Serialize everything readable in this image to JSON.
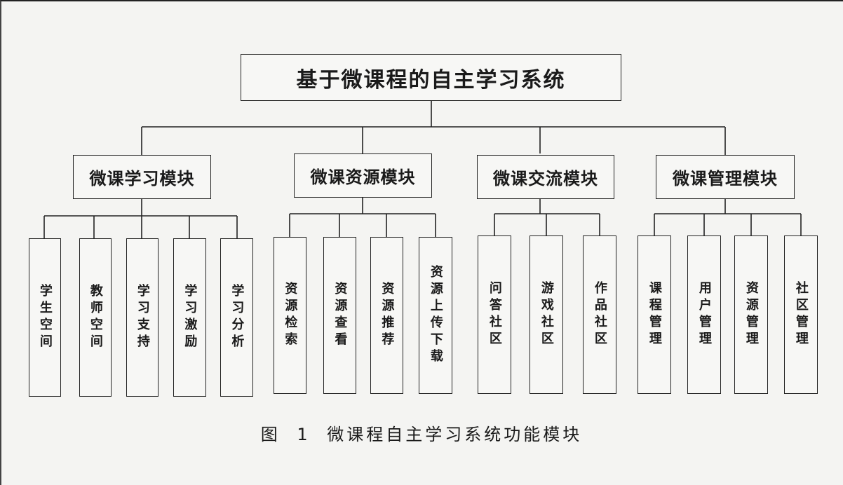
{
  "root": {
    "label": "基于微课程的自主学习系统"
  },
  "modules": [
    {
      "label": "微课学习模块",
      "children": [
        "学生空间",
        "教师空间",
        "学习支持",
        "学习激励",
        "学习分析"
      ]
    },
    {
      "label": "微课资源模块",
      "children": [
        "资源检索",
        "资源查看",
        "资源推荐",
        "资源上传下载"
      ]
    },
    {
      "label": "微课交流模块",
      "children": [
        "问答社区",
        "游戏社区",
        "作品社区"
      ]
    },
    {
      "label": "微课管理模块",
      "children": [
        "课程管理",
        "用户管理",
        "资源管理",
        "社区管理"
      ]
    }
  ],
  "caption": "图 1  微课程自主学习系统功能模块"
}
